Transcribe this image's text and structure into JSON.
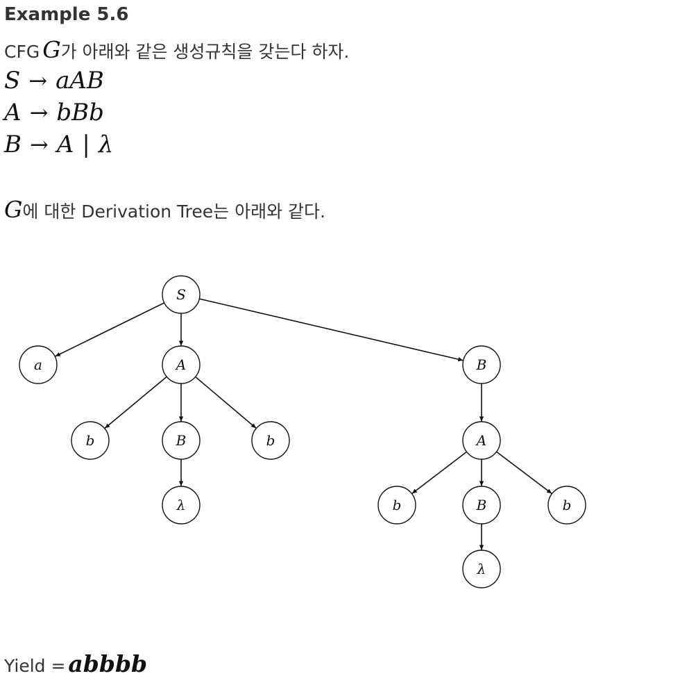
{
  "heading": "Example 5.6",
  "intro": {
    "prefix": "CFG",
    "var": "G",
    "suffix": "가 아래와 같은 생성규칙을 갖는다 하자."
  },
  "rules": [
    {
      "lhs": "S",
      "arrow": "→",
      "rhs": "aAB",
      "alt": ""
    },
    {
      "lhs": "A",
      "arrow": "→",
      "rhs": "bBb",
      "alt": ""
    },
    {
      "lhs": "B",
      "arrow": "→",
      "rhs": "A",
      "bar": "|",
      "alt": "λ"
    }
  ],
  "tree_caption": {
    "var": "G",
    "text": "에 대한 Derivation Tree는 아래와 같다."
  },
  "tree": {
    "nodes": [
      {
        "id": "n0",
        "label": "S"
      },
      {
        "id": "n1",
        "label": "a"
      },
      {
        "id": "n2",
        "label": "A"
      },
      {
        "id": "n3",
        "label": "B"
      },
      {
        "id": "n4",
        "label": "b"
      },
      {
        "id": "n5",
        "label": "B"
      },
      {
        "id": "n6",
        "label": "b"
      },
      {
        "id": "n7",
        "label": "λ"
      },
      {
        "id": "n8",
        "label": "A"
      },
      {
        "id": "n9",
        "label": "b"
      },
      {
        "id": "n10",
        "label": "B"
      },
      {
        "id": "n11",
        "label": "b"
      },
      {
        "id": "n12",
        "label": "λ"
      }
    ],
    "edges": [
      [
        "n0",
        "n1"
      ],
      [
        "n0",
        "n2"
      ],
      [
        "n0",
        "n3"
      ],
      [
        "n2",
        "n4"
      ],
      [
        "n2",
        "n5"
      ],
      [
        "n2",
        "n6"
      ],
      [
        "n5",
        "n7"
      ],
      [
        "n3",
        "n8"
      ],
      [
        "n8",
        "n9"
      ],
      [
        "n8",
        "n10"
      ],
      [
        "n8",
        "n11"
      ],
      [
        "n10",
        "n12"
      ]
    ]
  },
  "yield": {
    "label": "Yield =",
    "value": "abbbb"
  }
}
